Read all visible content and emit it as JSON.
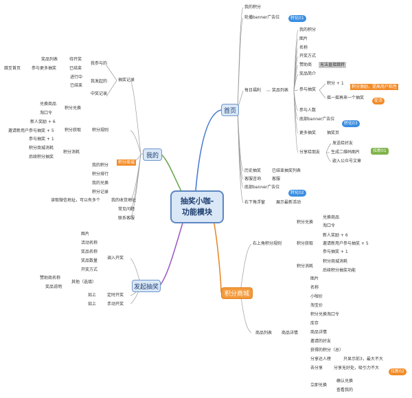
{
  "center": {
    "line1": "抽奖小咖-",
    "line2": "功能模块"
  },
  "hubs": {
    "home": "首页",
    "mine": "我的",
    "points_mall": "积分商城",
    "launch": "发起抽奖"
  },
  "home": {
    "my_points": "我的积分",
    "banner_slot": "轮播banner广告位",
    "daily": "每日福利",
    "prize_list": "奖品列表",
    "prize_items": [
      "我的积分",
      "图片",
      "名称",
      "开奖方式",
      "赞助商"
    ],
    "no_link": "无法直接跳转",
    "prize_intro": "奖品简介",
    "join": "参与抽奖",
    "points_plus1": "积分 + 1",
    "points_hint": "积分激励，提高用户粘性",
    "next_one": "摇一摇再来一个抽奖",
    "join_count": "参与人数",
    "bottom_banner": "底部banner广告位",
    "more_draws": "更多抽奖",
    "draw_page": "抽奖页",
    "share_friends": "分享给朋友",
    "share_friend": "发送给好友",
    "qr_image": "生成二维码图片",
    "official_article": "嵌入公众号文章",
    "history": "历史抽奖",
    "ended_list": "已结束抽奖列表",
    "service": "客服咨询",
    "service_short": "客服",
    "home_bottom_banner": "底部banner广告位",
    "pull_down": "右下角浮窗",
    "latest": "展示最新活动"
  },
  "tags": {
    "conv01": "转化01",
    "conv02": "转化02",
    "conv03": "转化03",
    "fission01": "拉新01",
    "fission02": "拉新02",
    "retention": "促活"
  },
  "mine": {
    "my_join": "我参与的",
    "prize_list": "奖品列表",
    "pending": "待开奖",
    "ended": "已结束",
    "home_link": "跳至首页",
    "join_more": "参与更多抽奖",
    "my_launch": "我发起的",
    "in_progress": "进行中",
    "finished": "已结束",
    "won": "中奖记录",
    "draw_records": "抽奖记录",
    "points_rules": "积分规则",
    "redeem": "积分兑换",
    "redeem_prize": "兑换商品",
    "taobao": "淘口令",
    "gain": "积分获取",
    "new_user": "新人奖励 + 6",
    "invite": "邀请新用户参与抽奖 + 5",
    "join_plus": "参与抽奖 + 1",
    "consume": "积分消耗",
    "mall_consume": "积分商城消耗",
    "after_draw": "后续积分抽奖",
    "points_mall_tag": "积分商城",
    "my_points": "我的积分",
    "points_rank": "积分排行",
    "my_redeem": "我的兑换",
    "points_log": "积分记录",
    "address_note": "读取微信地址，可以有多个",
    "my_address": "我的收货地址",
    "faq": "常见问题",
    "contact": "联系客服"
  },
  "mall": {
    "top_right": "右上角积分规则",
    "redeem": "积分兑换",
    "redeem_prize": "兑换商品",
    "taobao": "淘口令",
    "gain": "积分获取",
    "new_user": "新人奖励 + 6",
    "invite": "邀请新用户参与抽奖 + 5",
    "join_plus": "参与抽奖 + 1",
    "consume": "积分消耗",
    "mall_consume": "积分商城消耗",
    "after_draw": "后续积分抽奖功能",
    "prize_list": "商品列表",
    "prize_detail": "商品详情",
    "detail_items": [
      "图片",
      "名称",
      "小咖价",
      "淘宝价",
      "积分兑换淘口令",
      "库存",
      "商品详情",
      "邀请的好友",
      "获得的积分（总）"
    ],
    "share_people": "分享达人榜",
    "share_note": "只显示前3，最大不大",
    "share_out": "去分享",
    "share_out_note": "分享无好处，吸引力不大",
    "redeem_now": "立即兑换",
    "confirm": "确认兑换",
    "view_redeemed": "查看我的"
  },
  "launch": {
    "entry": "调入开奖",
    "image": "图片",
    "activity_name": "活动名称",
    "prize_name": "奖品名称",
    "prize_count": "奖品数量",
    "open_method": "开奖方式",
    "sponsor": "赞助商名称",
    "prize_desc": "奖品说明",
    "optional": "其他（选填）",
    "timed_prefix": "如上",
    "timed": "定时开奖",
    "manual_prefix": "如上",
    "manual": "手动开奖"
  }
}
